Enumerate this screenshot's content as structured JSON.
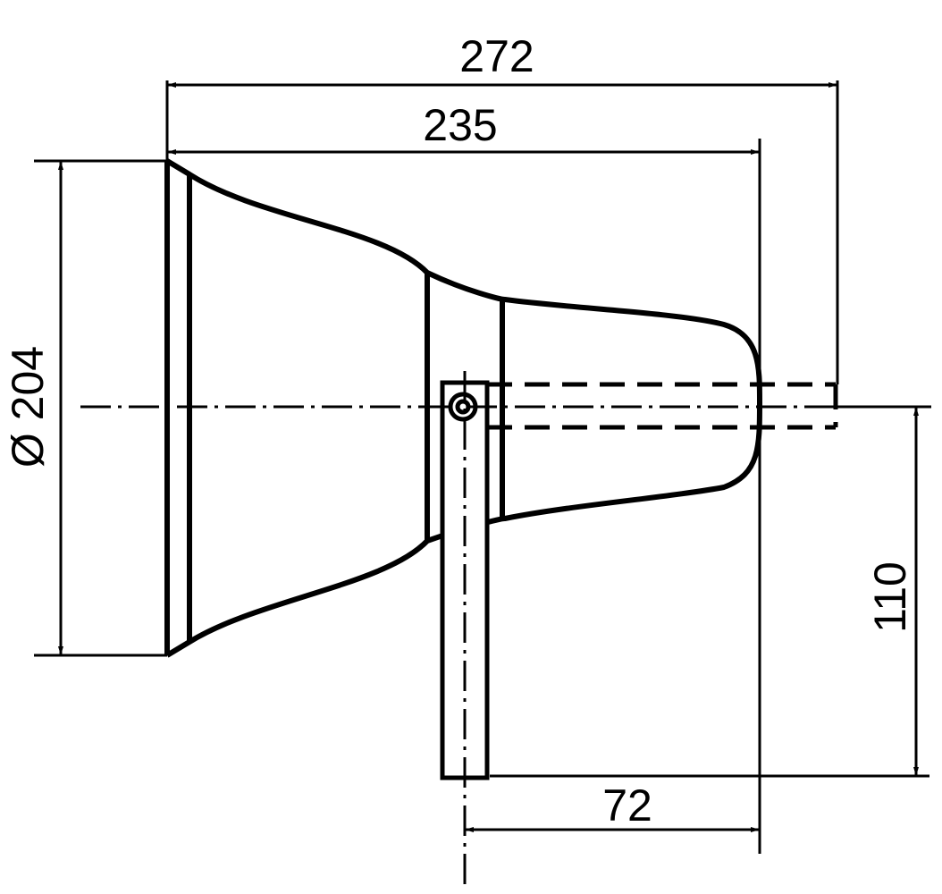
{
  "drawing": {
    "line_color": "#000000",
    "background_color": "#ffffff",
    "dimensions": {
      "overall_length": "272",
      "body_length": "235",
      "mouth_diameter": "Ø 204",
      "mount_height": "110",
      "mount_offset": "72"
    }
  }
}
